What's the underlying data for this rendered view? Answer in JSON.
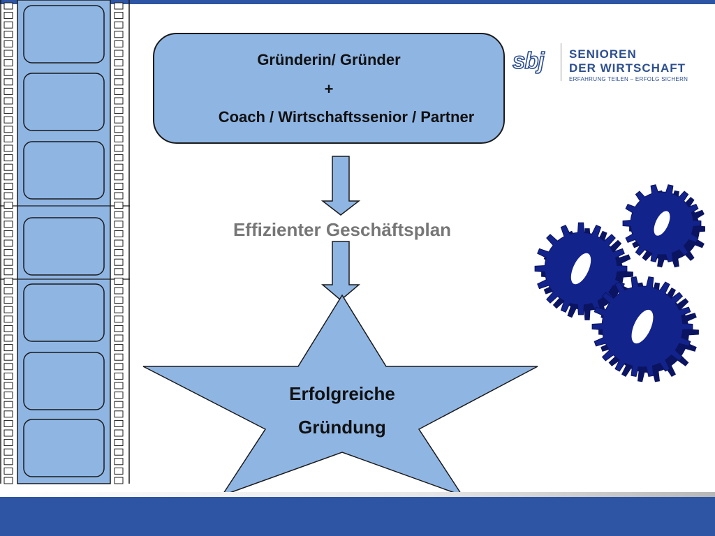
{
  "top_box": {
    "line1": "Gründerin/ Gründer",
    "line2": "+",
    "line3": "Coach / Wirtschaftssenior / Partner"
  },
  "middle": {
    "label": "Effizienter Geschäftsplan"
  },
  "star": {
    "line1": "Erfolgreiche",
    "line2": "Gründung"
  },
  "logo": {
    "mark": "sbj",
    "name_line1": "SENIOREN",
    "name_line2": "DER WIRTSCHAFT",
    "tagline": "ERFAHRUNG TEILEN – ERFOLG SICHERN"
  },
  "colors": {
    "accent": "#2d55a3",
    "box_fill": "#8fb5e3",
    "gear": "#13238c",
    "logo_text": "#2d4f8f",
    "plan_text": "#767676"
  }
}
